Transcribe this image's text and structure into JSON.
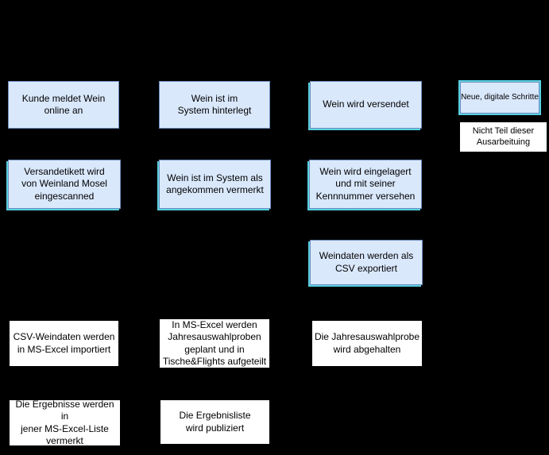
{
  "diagram": {
    "title": "Wein process flowchart (Weinland Mosel)",
    "colors": {
      "background": "#000000",
      "node_fill_blue": "#dae8fc",
      "node_border_blue": "#6c8ebf",
      "highlight_cyan": "#5ad2e2",
      "node_fill_white": "#ffffff",
      "text_color": "#000000"
    }
  },
  "boxes": [
    {
      "id": "kunde-meldet-wein",
      "kind": "blue",
      "label": "Kunde meldet Wein\nonline an"
    },
    {
      "id": "wein-im-system-hinterlegt",
      "kind": "blue",
      "label": "Wein ist im\nSystem hinterlegt"
    },
    {
      "id": "wein-wird-versendet",
      "kind": "blue-highlight",
      "label": "Wein wird versendet"
    },
    {
      "id": "versandetikett-eingescanned",
      "kind": "blue-highlight",
      "label": "Versandetikett wird\nvon Weinland Mosel\neingescanned"
    },
    {
      "id": "wein-angekommen-vermerkt",
      "kind": "blue-highlight",
      "label": "Wein ist im System als\nangekommen vermerkt"
    },
    {
      "id": "wein-eingelagert",
      "kind": "blue-highlight",
      "label": "Wein wird eingelagert\nund mit seiner\nKennnummer versehen"
    },
    {
      "id": "weindaten-csv-export",
      "kind": "blue-highlight",
      "label": "Weindaten werden als\nCSV exportiert"
    },
    {
      "id": "csv-import-excel",
      "kind": "white",
      "label": "CSV-Weindaten werden\nin MS-Excel importiert"
    },
    {
      "id": "excel-jahresauswahlproben",
      "kind": "white",
      "label": "In MS-Excel werden\nJahresauswahlproben\ngeplant und in\nTische&Flights aufgeteilt"
    },
    {
      "id": "jahresauswahlprobe-abgehalten",
      "kind": "white",
      "label": "Die Jahresauswahlprobe\nwird abgehalten"
    },
    {
      "id": "ergebnisse-vermerkt",
      "kind": "white",
      "label": "Die Ergebnisse werden in\njener MS-Excel-Liste\nvermerkt"
    },
    {
      "id": "ergebnisliste-publiziert",
      "kind": "white",
      "label": "Die Ergebnisliste\nwird publiziert"
    }
  ],
  "legend": {
    "new_digital": {
      "label": "Neue, digitale Schritte"
    },
    "not_part": {
      "label": "Nicht Teil dieser\nAusarbeituing"
    }
  }
}
